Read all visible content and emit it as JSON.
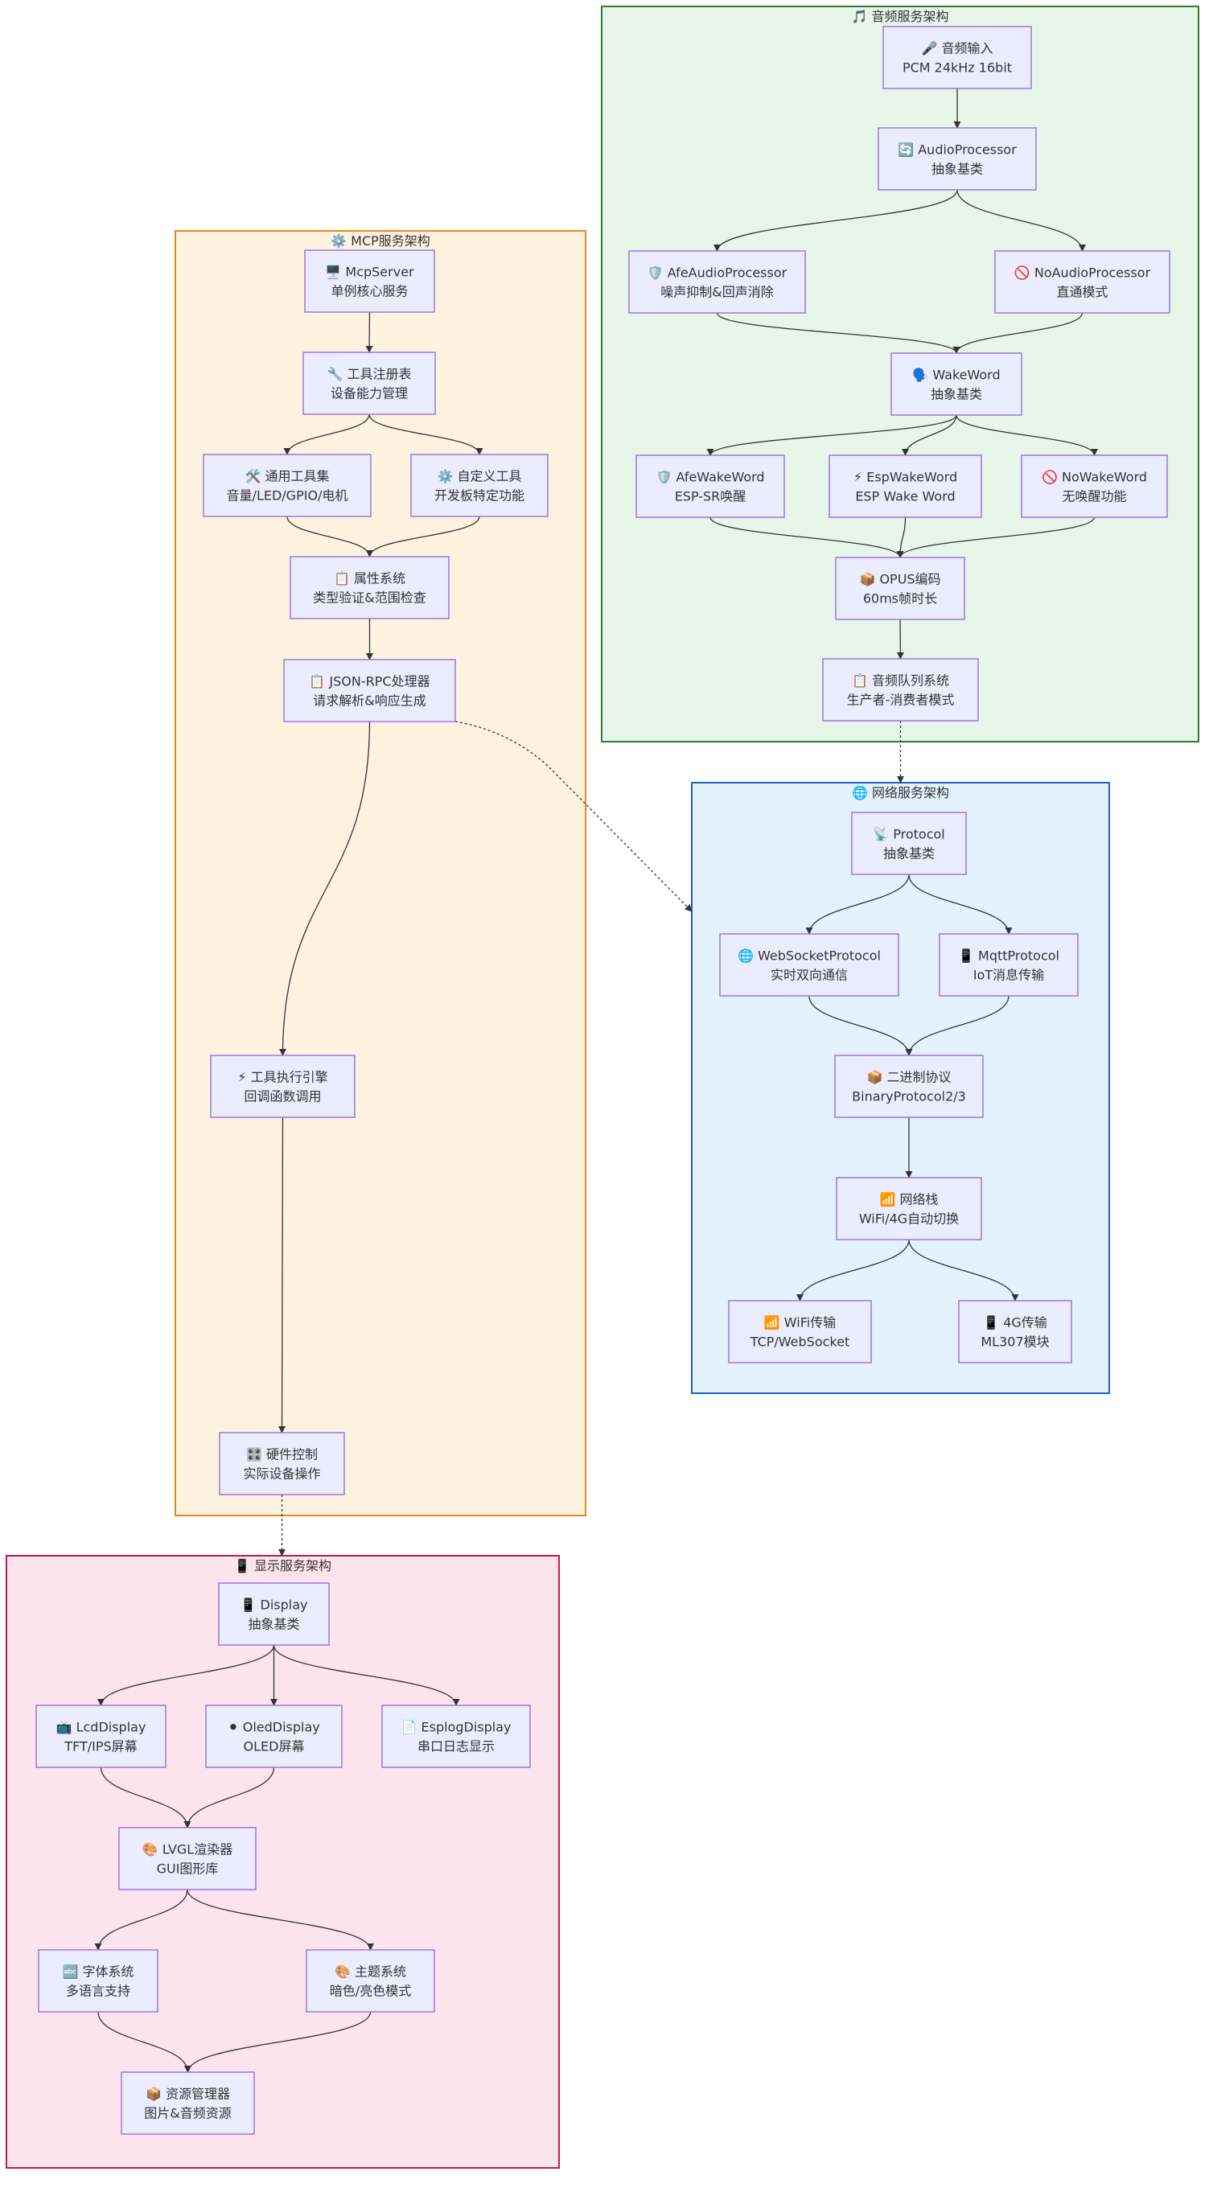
{
  "clusters": {
    "audio": {
      "title": "🎵 音频服务架构",
      "fill": "#e8f5e9",
      "stroke": "#2e7d32"
    },
    "mcp": {
      "title": "⚙️ MCP服务架构",
      "fill": "#fff3e0",
      "stroke": "#e68a1f"
    },
    "network": {
      "title": "🌐 网络服务架构",
      "fill": "#e3f2fd",
      "stroke": "#1565c0"
    },
    "display": {
      "title": "📱 显示服务架构",
      "fill": "#fce4ec",
      "stroke": "#c2185b"
    }
  },
  "nodes": {
    "audio_input": {
      "line1": "🎤 音频输入",
      "line2": "PCM 24kHz 16bit"
    },
    "audio_processor": {
      "line1": "🔄 AudioProcessor",
      "line2": "抽象基类"
    },
    "afe_audio": {
      "line1": "🛡️ AfeAudioProcessor",
      "line2": "噪声抑制&回声消除"
    },
    "no_audio": {
      "line1": "🚫 NoAudioProcessor",
      "line2": "直通模式"
    },
    "wakeword": {
      "line1": "🗣️ WakeWord",
      "line2": "抽象基类"
    },
    "afe_wake": {
      "line1": "🛡️ AfeWakeWord",
      "line2": "ESP-SR唤醒"
    },
    "esp_wake": {
      "line1": "⚡ EspWakeWord",
      "line2": "ESP Wake Word"
    },
    "no_wake": {
      "line1": "🚫 NoWakeWord",
      "line2": "无唤醒功能"
    },
    "opus": {
      "line1": "📦 OPUS编码",
      "line2": "60ms帧时长"
    },
    "audio_queue": {
      "line1": "📋 音频队列系统",
      "line2": "生产者-消费者模式"
    },
    "mcp_server": {
      "line1": "🖥️ McpServer",
      "line2": "单例核心服务"
    },
    "tool_registry": {
      "line1": "🔧 工具注册表",
      "line2": "设备能力管理"
    },
    "common_tools": {
      "line1": "🛠️ 通用工具集",
      "line2": "音量/LED/GPIO/电机"
    },
    "custom_tools": {
      "line1": "⚙️ 自定义工具",
      "line2": "开发板特定功能"
    },
    "property": {
      "line1": "📋 属性系统",
      "line2": "类型验证&范围检查"
    },
    "jsonrpc": {
      "line1": "📋 JSON-RPC处理器",
      "line2": "请求解析&响应生成"
    },
    "tool_exec": {
      "line1": "⚡ 工具执行引擎",
      "line2": "回调函数调用"
    },
    "hardware": {
      "line1": "🎛️ 硬件控制",
      "line2": "实际设备操作"
    },
    "protocol": {
      "line1": "📡 Protocol",
      "line2": "抽象基类"
    },
    "websocket": {
      "line1": "🌐 WebSocketProtocol",
      "line2": "实时双向通信"
    },
    "mqtt": {
      "line1": "📱 MqttProtocol",
      "line2": "IoT消息传输"
    },
    "binary": {
      "line1": "📦 二进制协议",
      "line2": "BinaryProtocol2/3"
    },
    "netstack": {
      "line1": "📶 网络栈",
      "line2": "WiFi/4G自动切换"
    },
    "wifi": {
      "line1": "📶 WiFi传输",
      "line2": "TCP/WebSocket"
    },
    "lte": {
      "line1": "📱 4G传输",
      "line2": "ML307模块"
    },
    "display": {
      "line1": "📱 Display",
      "line2": "抽象基类"
    },
    "lcd": {
      "line1": "📺 LcdDisplay",
      "line2": "TFT/IPS屏幕"
    },
    "oled": {
      "line1": "⚫ OledDisplay",
      "line2": "OLED屏幕"
    },
    "esplog": {
      "line1": "📄 EsplogDisplay",
      "line2": "串口日志显示"
    },
    "lvgl": {
      "line1": "🎨 LVGL渲染器",
      "line2": "GUI图形库"
    },
    "font": {
      "line1": "🔤 字体系统",
      "line2": "多语言支持"
    },
    "theme": {
      "line1": "🎨 主题系统",
      "line2": "暗色/亮色模式"
    },
    "assets": {
      "line1": "📦 资源管理器",
      "line2": "图片&音频资源"
    }
  },
  "edges": [
    {
      "from": "audio_input",
      "to": "audio_processor"
    },
    {
      "from": "audio_processor",
      "to": "afe_audio"
    },
    {
      "from": "audio_processor",
      "to": "no_audio"
    },
    {
      "from": "afe_audio",
      "to": "wakeword"
    },
    {
      "from": "no_audio",
      "to": "wakeword"
    },
    {
      "from": "wakeword",
      "to": "afe_wake"
    },
    {
      "from": "wakeword",
      "to": "esp_wake"
    },
    {
      "from": "wakeword",
      "to": "no_wake"
    },
    {
      "from": "afe_wake",
      "to": "opus"
    },
    {
      "from": "esp_wake",
      "to": "opus"
    },
    {
      "from": "no_wake",
      "to": "opus"
    },
    {
      "from": "opus",
      "to": "audio_queue"
    },
    {
      "from": "audio_queue",
      "to": "network_cluster",
      "style": "dotted"
    },
    {
      "from": "mcp_server",
      "to": "tool_registry"
    },
    {
      "from": "tool_registry",
      "to": "common_tools"
    },
    {
      "from": "tool_registry",
      "to": "custom_tools"
    },
    {
      "from": "common_tools",
      "to": "property"
    },
    {
      "from": "custom_tools",
      "to": "property"
    },
    {
      "from": "property",
      "to": "jsonrpc"
    },
    {
      "from": "jsonrpc",
      "to": "tool_exec"
    },
    {
      "from": "tool_exec",
      "to": "hardware"
    },
    {
      "from": "jsonrpc",
      "to": "network_cluster",
      "style": "dotted"
    },
    {
      "from": "hardware",
      "to": "display_cluster",
      "style": "dotted"
    },
    {
      "from": "protocol",
      "to": "websocket"
    },
    {
      "from": "protocol",
      "to": "mqtt"
    },
    {
      "from": "websocket",
      "to": "binary"
    },
    {
      "from": "mqtt",
      "to": "binary"
    },
    {
      "from": "binary",
      "to": "netstack"
    },
    {
      "from": "netstack",
      "to": "wifi"
    },
    {
      "from": "netstack",
      "to": "lte"
    },
    {
      "from": "display",
      "to": "lcd"
    },
    {
      "from": "display",
      "to": "oled"
    },
    {
      "from": "display",
      "to": "esplog"
    },
    {
      "from": "lcd",
      "to": "lvgl"
    },
    {
      "from": "oled",
      "to": "lvgl"
    },
    {
      "from": "lvgl",
      "to": "font"
    },
    {
      "from": "lvgl",
      "to": "theme"
    },
    {
      "from": "font",
      "to": "assets"
    },
    {
      "from": "theme",
      "to": "assets"
    }
  ]
}
